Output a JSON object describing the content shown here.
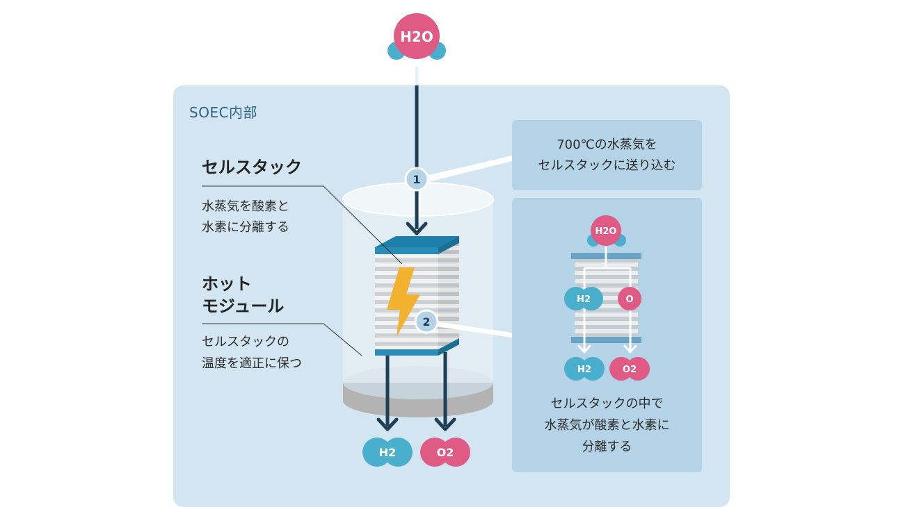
{
  "panel": {
    "title": "SOEC内部"
  },
  "molecules": {
    "input": "H2O",
    "out_h2": "H2",
    "out_o2": "O2",
    "detail_input": "H2O",
    "detail_h2": "H2",
    "detail_o": "O",
    "detail_out_h2": "H2",
    "detail_out_o2": "O2"
  },
  "steps": {
    "step1": "1",
    "step2": "2"
  },
  "labels": {
    "cell_stack_title": "セルスタック",
    "cell_stack_desc_line1": "水蒸気を酸素と",
    "cell_stack_desc_line2": "水素に分離する",
    "hot_module_title_line1": "ホット",
    "hot_module_title_line2": "モジュール",
    "hot_module_desc_line1": "セルスタックの",
    "hot_module_desc_line2": "温度を適正に保つ"
  },
  "callouts": {
    "box1_line1": "700℃の水蒸気を",
    "box1_line2": "セルスタックに送り込む",
    "box2_line1": "セルスタックの中で",
    "box2_line2": "水蒸気が酸素と水素に",
    "box2_line3": "分離する"
  },
  "colors": {
    "panel_bg": "#d3e5f1",
    "callout_bg": "#b5d3e6",
    "hydrogen": "#4aaecd",
    "oxygen": "#df5b86",
    "arrow": "#1e3f55",
    "stack_top": "#2a8db8",
    "lightning": "#f2b22f"
  }
}
